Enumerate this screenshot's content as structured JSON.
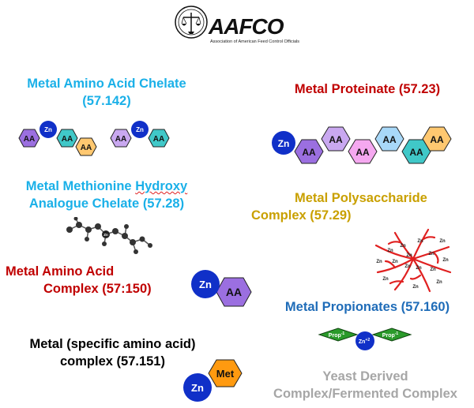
{
  "logo": {
    "name": "AAFCO",
    "subtitle": "Association of American Feed Control Officials"
  },
  "labels": {
    "metal_amino_acid_chelate": [
      "Metal Amino Acid Chelate",
      "(57.142)"
    ],
    "metal_proteinate": "Metal Proteinate (57.23)",
    "metal_methionine_hydroxy": [
      "Metal Methionine Hydroxy",
      "Analogue Chelate (57.28)"
    ],
    "metal_methionine_hydroxy_line1_parts": [
      "Metal Methionine ",
      "Hydroxy"
    ],
    "metal_polysaccharide": [
      "Metal Polysaccharide",
      "Complex (57.29)"
    ],
    "metal_amino_acid_complex": [
      "Metal Amino Acid",
      "Complex (57:150)"
    ],
    "metal_propionates": "Metal Propionates (57.160)",
    "metal_specific_amino_acid": [
      "Metal (specific amino acid)",
      "complex (57.151)"
    ],
    "yeast_derived": [
      "Yeast Derived",
      "Complex/Fermented Complex"
    ]
  },
  "molecule_text": {
    "zn": "Zn",
    "aa": "AA",
    "met": "Met",
    "prop": "Prop",
    "prop_charge": "-1",
    "zn_charge": "+2"
  },
  "colors": {
    "zn_blue": "#1030c8",
    "aa_purple": "#9b6fe0",
    "aa_lilac": "#c9a8f0",
    "aa_pink": "#f5a8f0",
    "aa_teal": "#40c8c8",
    "aa_orange": "#ffc870",
    "aa_sky": "#a8d8f8",
    "met_orange": "#ff9a10",
    "prop_green": "#2a9a2a",
    "polysaccharide_red": "#e02020"
  }
}
